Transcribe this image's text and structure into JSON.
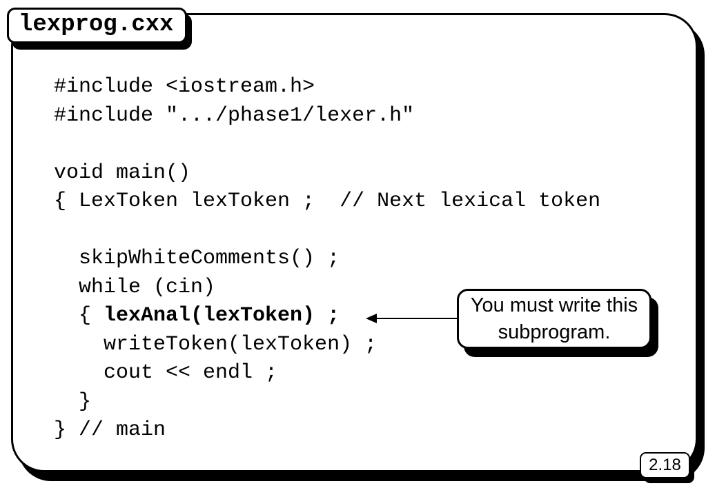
{
  "slide": {
    "title": "lexprog.cxx",
    "page_number": "2.18",
    "colors": {
      "ink": "#000000",
      "paper": "#ffffff"
    }
  },
  "code": {
    "language": "cpp",
    "lines": [
      {
        "segments": [
          {
            "text": "#include <iostream.h>",
            "bold": false
          }
        ]
      },
      {
        "segments": [
          {
            "text": "#include \".../phase1/lexer.h\"",
            "bold": false
          }
        ]
      },
      {
        "segments": []
      },
      {
        "segments": [
          {
            "text": "void main()",
            "bold": false
          }
        ]
      },
      {
        "segments": [
          {
            "text": "{ LexToken lexToken ;  // Next lexical token",
            "bold": false
          }
        ]
      },
      {
        "segments": []
      },
      {
        "segments": [
          {
            "text": "  skipWhiteComments() ;",
            "bold": false
          }
        ]
      },
      {
        "segments": [
          {
            "text": "  while (cin)",
            "bold": false
          }
        ]
      },
      {
        "segments": [
          {
            "text": "  { ",
            "bold": false
          },
          {
            "text": "lexAnal(lexToken) ;",
            "bold": true
          }
        ]
      },
      {
        "segments": [
          {
            "text": "    writeToken(lexToken) ;",
            "bold": false
          }
        ]
      },
      {
        "segments": [
          {
            "text": "    cout << endl ;",
            "bold": false
          }
        ]
      },
      {
        "segments": [
          {
            "text": "  }",
            "bold": false
          }
        ]
      },
      {
        "segments": [
          {
            "text": "} // main",
            "bold": false
          }
        ]
      }
    ]
  },
  "callout": {
    "lines": [
      "You must write this",
      "subprogram."
    ]
  }
}
